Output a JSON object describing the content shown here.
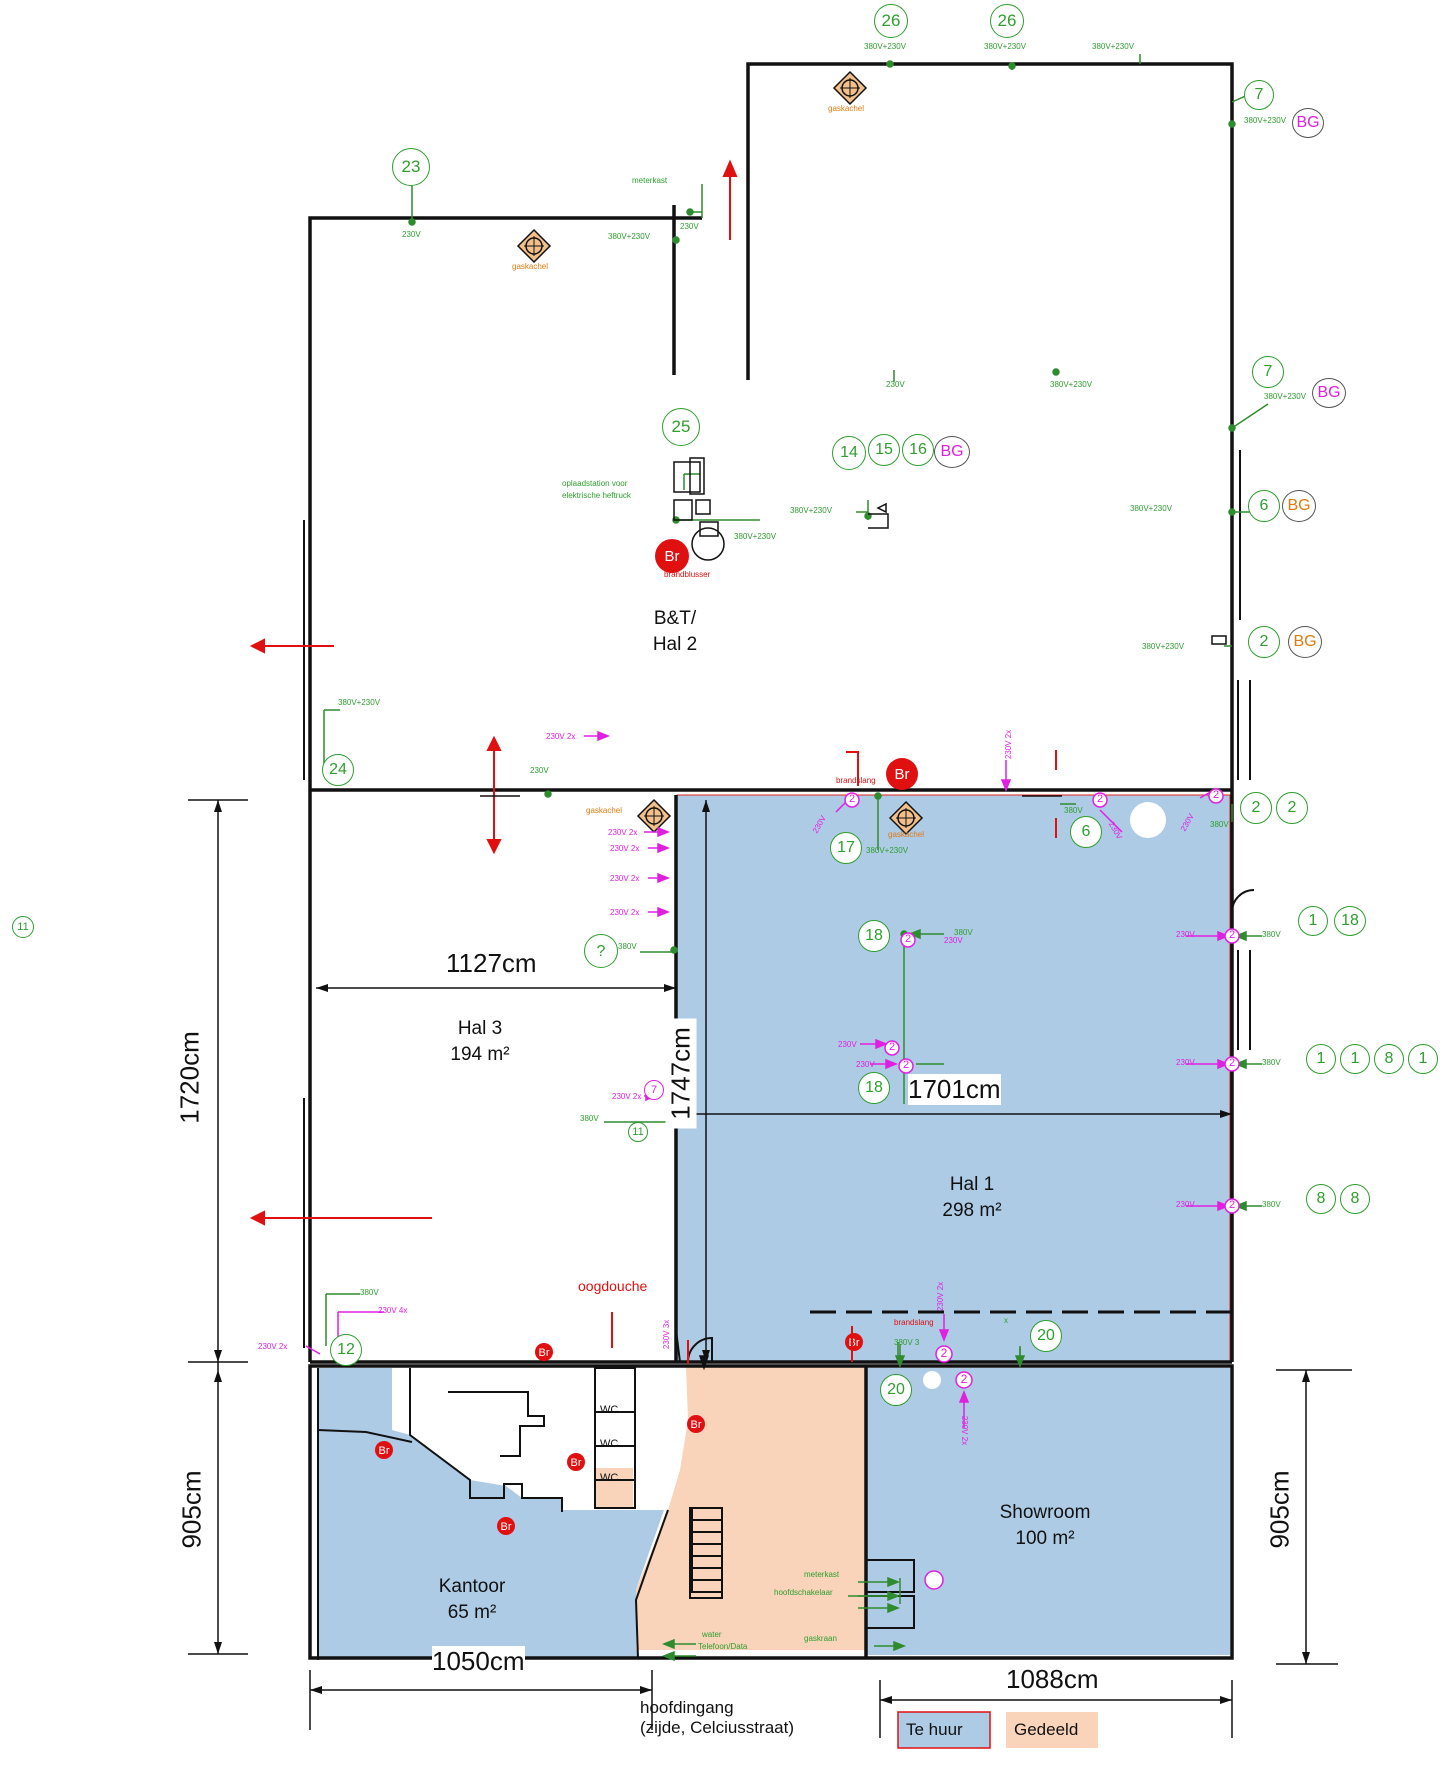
{
  "rooms": {
    "hal2": {
      "name_line1": "B&T/",
      "name_line2": "Hal 2"
    },
    "hal3": {
      "name": "Hal 3",
      "area": "194 m²"
    },
    "hal1": {
      "name": "Hal 1",
      "area": "298 m²"
    },
    "showroom": {
      "name": "Showroom",
      "area": "100 m²"
    },
    "kantoor": {
      "name": "Kantoor",
      "area": "65 m²"
    },
    "wc": [
      "WC",
      "WC",
      "WC"
    ]
  },
  "dimensions": {
    "hal3_width": "1127cm",
    "hal1_width": "1701cm",
    "left_height_top": "1720cm",
    "left_height_bottom": "905cm",
    "middle_height": "1747cm",
    "right_height_bottom": "905cm",
    "bottom_left_width": "1050cm",
    "bottom_right_width": "1088cm"
  },
  "entrance": {
    "line1": "hoofdingang",
    "line2": "(zijde, Celciusstraat)"
  },
  "legend": {
    "te_huur": "Te huur",
    "gedeeld": "Gedeeld"
  },
  "colors": {
    "te_huur": "#aecbe6",
    "gedeeld": "#f9d4bb",
    "wall": "#111111",
    "green": "#2e8b2e",
    "magenta": "#e020e0",
    "red": "#e01010",
    "orange": "#e07a10"
  },
  "heater_label": "gaskachel",
  "fixtures": {
    "meterkast": "meterkast",
    "laadstation_l1": "oplaadstation voor",
    "laadstation_l2": "elektrische heftruck",
    "brandblusser": "brandblusser",
    "brandslang": "brandslang",
    "oogdouche": "oogdouche",
    "hoofdschakelaar": "hoofdschakelaar",
    "gaskraan": "gaskraan",
    "water": "water",
    "telefoon": "Telefoon/Data",
    "br": "Br",
    "question": "?"
  },
  "green_labels": [
    {
      "id": "l1",
      "text": "380V+230V"
    },
    {
      "id": "l2",
      "text": "380V+230V"
    },
    {
      "id": "l3",
      "text": "380V+230V"
    },
    {
      "id": "l4",
      "text": "380V+230V"
    },
    {
      "id": "l5",
      "text": "230V"
    },
    {
      "id": "l6",
      "text": "380V+230V"
    },
    {
      "id": "l7",
      "text": "230V"
    },
    {
      "id": "l8",
      "text": "230V"
    },
    {
      "id": "l9",
      "text": "380V+230V"
    },
    {
      "id": "l10",
      "text": "380V+230V"
    },
    {
      "id": "l11",
      "text": "380V+230V"
    },
    {
      "id": "l12",
      "text": "380V+230V"
    },
    {
      "id": "l13",
      "text": "380V+230V"
    },
    {
      "id": "l14",
      "text": "380V+230V"
    },
    {
      "id": "l15",
      "text": "380V+230V"
    },
    {
      "id": "l16",
      "text": "230V"
    },
    {
      "id": "l17",
      "text": "380V+230V"
    },
    {
      "id": "l18",
      "text": "380V"
    },
    {
      "id": "l19",
      "text": "380V"
    },
    {
      "id": "l20",
      "text": "380V"
    },
    {
      "id": "l21",
      "text": "380V"
    },
    {
      "id": "l22",
      "text": "380V"
    },
    {
      "id": "l23",
      "text": "380V"
    },
    {
      "id": "l24",
      "text": "380V"
    },
    {
      "id": "l25",
      "text": "380V"
    },
    {
      "id": "l26",
      "text": "380V"
    },
    {
      "id": "l27",
      "text": "380V 3"
    },
    {
      "id": "l28",
      "text": "x"
    }
  ],
  "magenta_labels": [
    {
      "id": "m1",
      "text": "230V 2x"
    },
    {
      "id": "m2",
      "text": "230V 2x"
    },
    {
      "id": "m3",
      "text": "230V 2x"
    },
    {
      "id": "m4",
      "text": "230V 2x"
    },
    {
      "id": "m5",
      "text": "230V 2x"
    },
    {
      "id": "m6",
      "text": "230V 2x"
    },
    {
      "id": "m7",
      "text": "230V 2x"
    },
    {
      "id": "m8",
      "text": "230V 4x"
    },
    {
      "id": "m9",
      "text": "230V"
    },
    {
      "id": "m10",
      "text": "230V"
    },
    {
      "id": "m11",
      "text": "230V"
    },
    {
      "id": "m12",
      "text": "230V"
    },
    {
      "id": "m13",
      "text": "230V"
    },
    {
      "id": "m14",
      "text": "230V"
    },
    {
      "id": "m15",
      "text": "230V 2x"
    },
    {
      "id": "m16",
      "text": "230V 3x"
    },
    {
      "id": "m17",
      "text": "230V 2x"
    },
    {
      "id": "m18",
      "text": "230V 2x"
    },
    {
      "id": "m19",
      "text": "230V"
    },
    {
      "id": "m20",
      "text": "230V"
    },
    {
      "id": "m21",
      "text": "230V"
    }
  ],
  "circle_markers": [
    {
      "id": "c1",
      "text": "26"
    },
    {
      "id": "c2",
      "text": "26"
    },
    {
      "id": "c3",
      "text": "7"
    },
    {
      "id": "c4",
      "text": "BG"
    },
    {
      "id": "c5",
      "text": "23"
    },
    {
      "id": "c6",
      "text": "7"
    },
    {
      "id": "c7",
      "text": "BG"
    },
    {
      "id": "c8",
      "text": "25"
    },
    {
      "id": "c9",
      "text": "14"
    },
    {
      "id": "c10",
      "text": "15"
    },
    {
      "id": "c11",
      "text": "16"
    },
    {
      "id": "c12",
      "text": "BG"
    },
    {
      "id": "c13",
      "text": "6"
    },
    {
      "id": "c14",
      "text": "BG"
    },
    {
      "id": "c15",
      "text": "2"
    },
    {
      "id": "c16",
      "text": "BG"
    },
    {
      "id": "c17",
      "text": "24"
    },
    {
      "id": "c18",
      "text": "17"
    },
    {
      "id": "c19",
      "text": "6"
    },
    {
      "id": "c20",
      "text": "2"
    },
    {
      "id": "c21",
      "text": "2"
    },
    {
      "id": "c22",
      "text": "11"
    },
    {
      "id": "c23",
      "text": "1"
    },
    {
      "id": "c24",
      "text": "18"
    },
    {
      "id": "c25",
      "text": "18"
    },
    {
      "id": "c26",
      "text": "1"
    },
    {
      "id": "c27",
      "text": "1"
    },
    {
      "id": "c28",
      "text": "8"
    },
    {
      "id": "c29",
      "text": "1"
    },
    {
      "id": "c30",
      "text": "18"
    },
    {
      "id": "c31",
      "text": "7"
    },
    {
      "id": "c32",
      "text": "11"
    },
    {
      "id": "c33",
      "text": "8"
    },
    {
      "id": "c34",
      "text": "8"
    },
    {
      "id": "c35",
      "text": "12"
    },
    {
      "id": "c36",
      "text": "20"
    },
    {
      "id": "c37",
      "text": "20"
    },
    {
      "id": "c38",
      "text": "2"
    },
    {
      "id": "c39",
      "text": "2"
    },
    {
      "id": "c40",
      "text": "2"
    },
    {
      "id": "c41",
      "text": "2"
    },
    {
      "id": "c42",
      "text": "2"
    },
    {
      "id": "c43",
      "text": "2"
    },
    {
      "id": "c44",
      "text": "2"
    },
    {
      "id": "c45",
      "text": "2"
    },
    {
      "id": "c46",
      "text": "2"
    },
    {
      "id": "c47",
      "text": "2"
    },
    {
      "id": "c48",
      "text": "2"
    }
  ]
}
